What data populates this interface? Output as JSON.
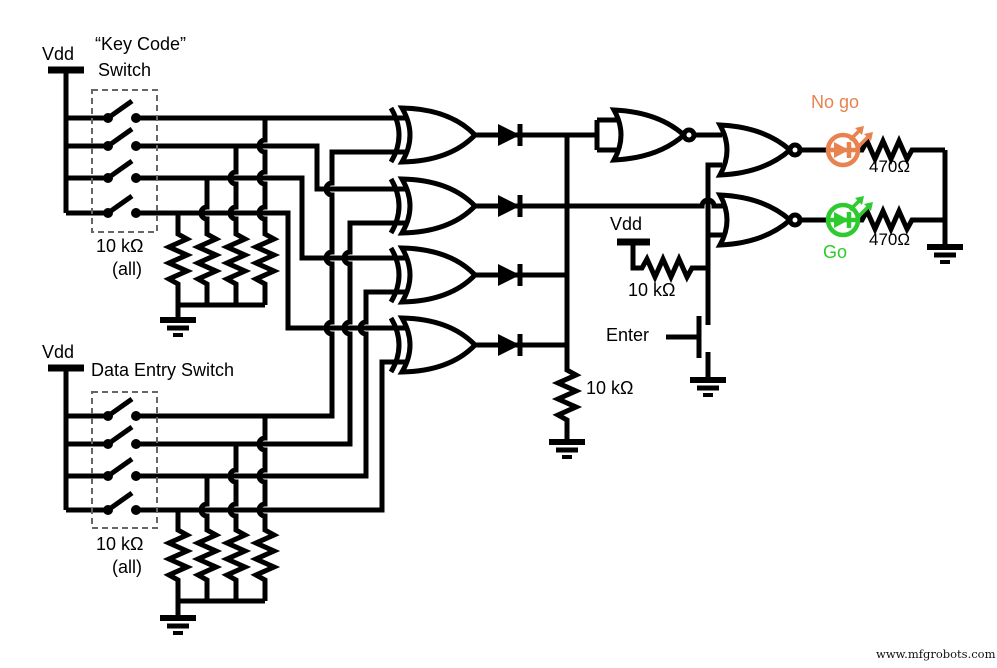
{
  "labels": {
    "vdd_key": "Vdd",
    "key_code_line1": "“Key Code”",
    "key_code_line2": "Switch",
    "pulldown_key_value": "10 kΩ",
    "pulldown_key_all": "(all)",
    "vdd_data": "Vdd",
    "data_entry_switch": "Data Entry Switch",
    "pulldown_data_value": "10 kΩ",
    "pulldown_data_all": "(all)",
    "bus_pulldown_value": "10 kΩ",
    "vdd_pullup": "Vdd",
    "pullup_value": "10 kΩ",
    "enter": "Enter",
    "no_go": "No go",
    "go": "Go",
    "resistor_no_go": "470Ω",
    "resistor_go": "470Ω",
    "watermark": "www.mfgrobots.com"
  },
  "colors": {
    "wire": "#000000",
    "no_go": "#e8824e",
    "go": "#2dcb2d",
    "dashed_box": "#666666",
    "watermark": "#111111"
  }
}
